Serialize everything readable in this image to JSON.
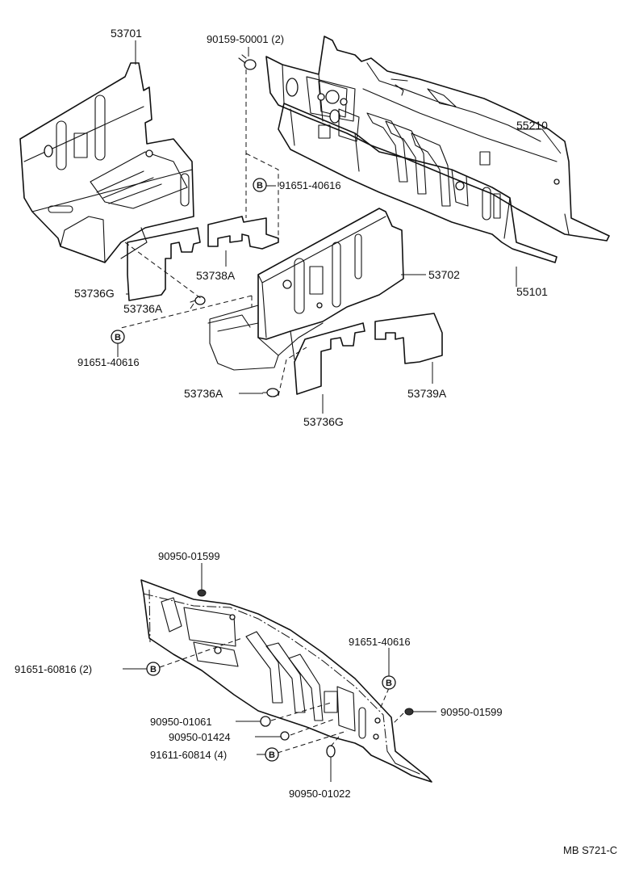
{
  "diagram_code": "MB S721-C",
  "bolt_symbol_letter": "B",
  "labels": {
    "p53701": "53701",
    "p90159": "90159-50001 (2)",
    "p91651_40616_a": "91651-40616",
    "p55210": "55210",
    "p53738A": "53738A",
    "p53702": "53702",
    "p55101": "55101",
    "p53736G_a": "53736G",
    "p53736A_a": "53736A",
    "p91651_40616_b": "91651-40616",
    "p53736A_b": "53736A",
    "p53739A": "53739A",
    "p53736G_b": "53736G",
    "p90950_01599_a": "90950-01599",
    "p91651_40616_c": "91651-40616",
    "p91651_60816": "91651-60816 (2)",
    "p90950_01599_b": "90950-01599",
    "p90950_01061": "90950-01061",
    "p90950_01424": "90950-01424",
    "p91611_60814": "91611-60814 (4)",
    "p90950_01022": "90950-01022"
  }
}
